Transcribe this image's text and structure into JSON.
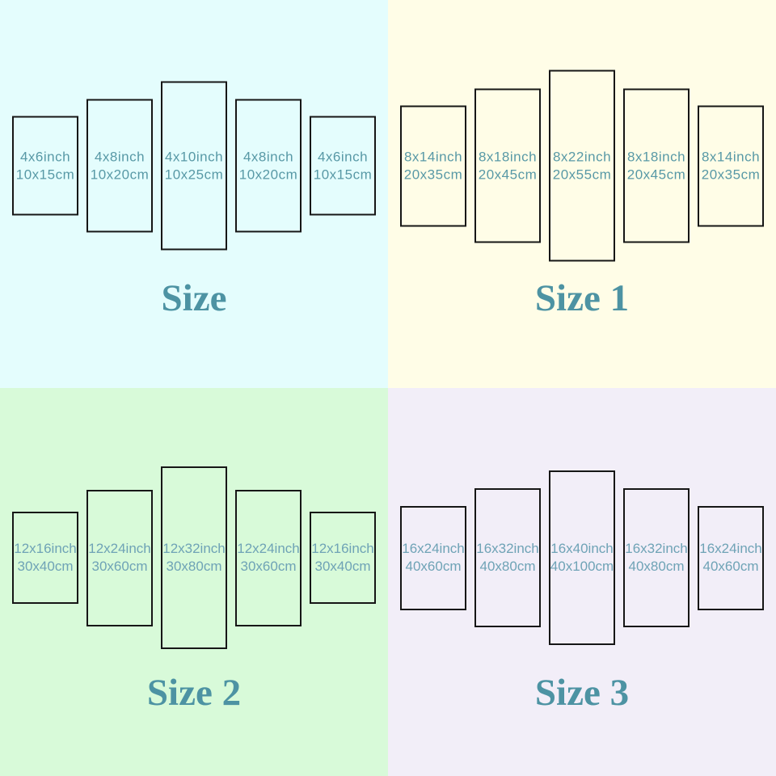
{
  "colors": {
    "quadrant_bg_size": "#e4fdfd",
    "quadrant_bg_size1": "#fffde7",
    "quadrant_bg_size2": "#d8fad9",
    "quadrant_bg_size3": "#f2eef8",
    "panel_border": "#161616",
    "label_text_top": "#5899a6",
    "label_text_bottom": "#6fa3b6",
    "title_text": "#4d93a3"
  },
  "quadrants": [
    {
      "title": "Size",
      "panels": [
        {
          "line1": "4x6inch",
          "line2": "10x15cm"
        },
        {
          "line1": "4x8inch",
          "line2": "10x20cm"
        },
        {
          "line1": "4x10inch",
          "line2": "10x25cm"
        },
        {
          "line1": "4x8inch",
          "line2": "10x20cm"
        },
        {
          "line1": "4x6inch",
          "line2": "10x15cm"
        }
      ]
    },
    {
      "title": "Size 1",
      "panels": [
        {
          "line1": "8x14inch",
          "line2": "20x35cm"
        },
        {
          "line1": "8x18inch",
          "line2": "20x45cm"
        },
        {
          "line1": "8x22inch",
          "line2": "20x55cm"
        },
        {
          "line1": "8x18inch",
          "line2": "20x45cm"
        },
        {
          "line1": "8x14inch",
          "line2": "20x35cm"
        }
      ]
    },
    {
      "title": "Size 2",
      "panels": [
        {
          "line1": "12x16inch",
          "line2": "30x40cm"
        },
        {
          "line1": "12x24inch",
          "line2": "30x60cm"
        },
        {
          "line1": "12x32inch",
          "line2": "30x80cm"
        },
        {
          "line1": "12x24inch",
          "line2": "30x60cm"
        },
        {
          "line1": "12x16inch",
          "line2": "30x40cm"
        }
      ]
    },
    {
      "title": "Size 3",
      "panels": [
        {
          "line1": "16x24inch",
          "line2": "40x60cm"
        },
        {
          "line1": "16x32inch",
          "line2": "40x80cm"
        },
        {
          "line1": "16x40inch",
          "line2": "40x100cm"
        },
        {
          "line1": "16x32inch",
          "line2": "40x80cm"
        },
        {
          "line1": "16x24inch",
          "line2": "40x60cm"
        }
      ]
    }
  ]
}
